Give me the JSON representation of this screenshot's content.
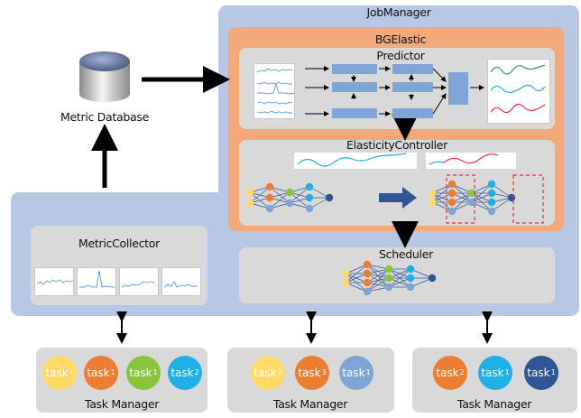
{
  "job_manager": {
    "title": "JobManager"
  },
  "predictor": {
    "title_line1": "BGElastic",
    "title_line2": "Predictor"
  },
  "elasticity_controller": {
    "title": "ElasticityController"
  },
  "scheduler": {
    "title": "Scheduler"
  },
  "metric_database": {
    "label": "Metric Database"
  },
  "metric_collector": {
    "label": "MetricCollector"
  },
  "task_managers": [
    {
      "label": "Task Manager",
      "tasks": [
        {
          "name": "task",
          "sup": "1",
          "color": "#ffd966"
        },
        {
          "name": "task",
          "sup": "1",
          "color": "#ed7d31"
        },
        {
          "name": "task",
          "sup": "1",
          "color": "#8ac43f"
        },
        {
          "name": "task",
          "sup": "2",
          "color": "#1fb0e8"
        }
      ]
    },
    {
      "label": "Task Manager",
      "tasks": [
        {
          "name": "task",
          "sup": "2",
          "color": "#ffd966"
        },
        {
          "name": "task",
          "sup": "3",
          "color": "#ed7d31"
        },
        {
          "name": "task",
          "sup": "1",
          "color": "#7fa5d6"
        }
      ]
    },
    {
      "label": "Task Manager",
      "tasks": [
        {
          "name": "task",
          "sup": "2",
          "color": "#ed7d31"
        },
        {
          "name": "task",
          "sup": "1",
          "color": "#1fb0e8"
        },
        {
          "name": "task",
          "sup": "1",
          "color": "#2f5597"
        }
      ]
    }
  ],
  "colors": {
    "panel_blue": "#b8c7e3",
    "panel_orange": "#f3a97a",
    "panel_gray": "#d9d9d9",
    "node_yellow": "#ffd966",
    "node_orange": "#ed7d31",
    "node_green": "#8ac43f",
    "node_cyan": "#1fb0e8",
    "node_blue": "#7fa5d6",
    "node_dark": "#2f5597",
    "layer_blue": "#7fa5d6",
    "highlight_red": "#e0343a"
  }
}
